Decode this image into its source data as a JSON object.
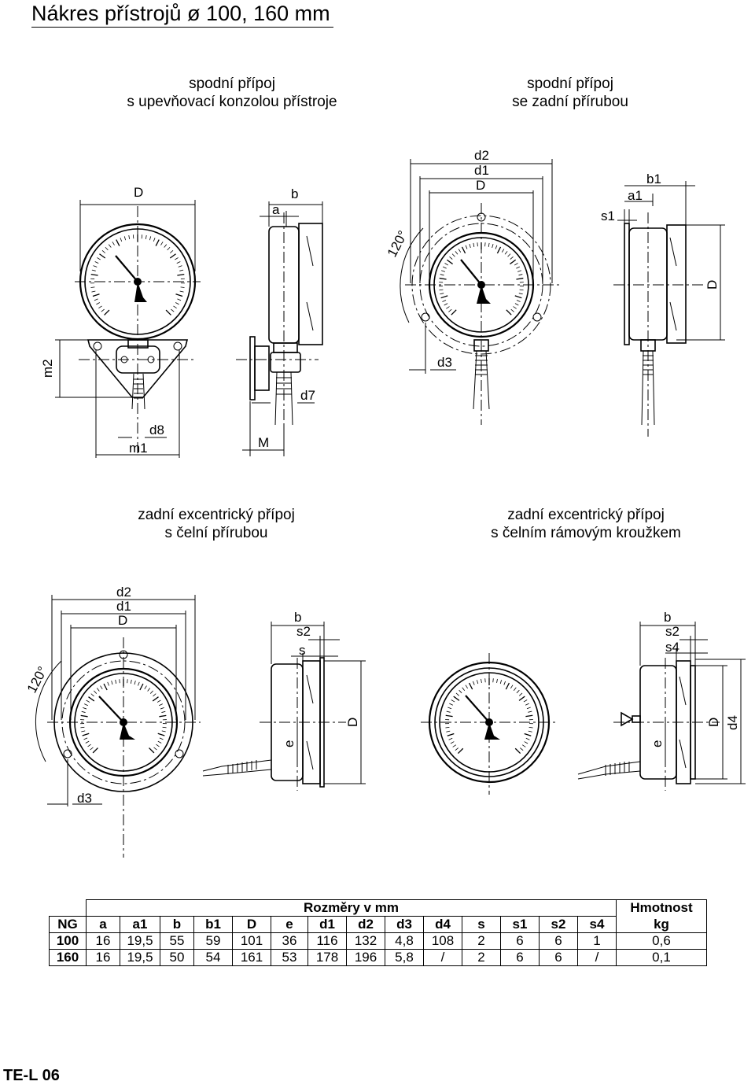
{
  "title": "Nákres přístrojů ø 100, 160 mm",
  "captions": {
    "tl": [
      "spodní přípoj",
      "s upevňovací konzolou přístroje"
    ],
    "tr": [
      "spodní přípoj",
      "se zadní přírubou"
    ],
    "bl": [
      "zadní excentrický přípoj",
      "s čelní přírubou"
    ],
    "br": [
      "zadní excentrický přípoj",
      "s čelním rámovým kroužkem"
    ]
  },
  "labels": {
    "D": "D",
    "a": "a",
    "b": "b",
    "m2": "m2",
    "d7": "d7",
    "d8": "d8",
    "m1": "m1",
    "M": "M",
    "d2": "d2",
    "d1": "d1",
    "d3": "d3",
    "b1": "b1",
    "a1": "a1",
    "s1": "s1",
    "angle": "120°",
    "s2": "s2",
    "s": "s",
    "e": "e",
    "s4": "s4",
    "d4": "d4"
  },
  "table": {
    "group_header": "Rozměry v mm",
    "weight_header": [
      "Hmotnost",
      "kg"
    ],
    "columns": [
      "NG",
      "a",
      "a1",
      "b",
      "b1",
      "D",
      "e",
      "d1",
      "d2",
      "d3",
      "d4",
      "s",
      "s1",
      "s2",
      "s4"
    ],
    "rows": [
      [
        "100",
        "16",
        "19,5",
        "55",
        "59",
        "101",
        "36",
        "116",
        "132",
        "4,8",
        "108",
        "2",
        "6",
        "6",
        "1",
        "0,6"
      ],
      [
        "160",
        "16",
        "19,5",
        "50",
        "54",
        "161",
        "53",
        "178",
        "196",
        "5,8",
        "/",
        "2",
        "6",
        "6",
        "/",
        "0,1"
      ]
    ]
  },
  "footer": "TE-L 06"
}
